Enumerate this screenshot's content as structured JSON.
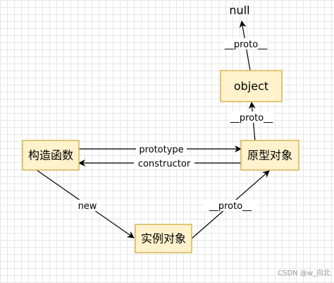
{
  "nodes": {
    "null": "null",
    "object": "object",
    "constructor_fn": "构造函数",
    "prototype_obj": "原型对象",
    "instance_obj": "实例对象"
  },
  "edges": {
    "prototype": "prototype",
    "constructor": "constructor",
    "new": "new",
    "proto_instance": "__proto__",
    "proto_prototype": "__proto__",
    "proto_object": "__proto__"
  },
  "watermark": "CSDN @w_向北",
  "colors": {
    "node_fill": "#fff2cc",
    "node_border": "#d6b656",
    "grid": "#e6e6e6",
    "edge": "#000000"
  }
}
